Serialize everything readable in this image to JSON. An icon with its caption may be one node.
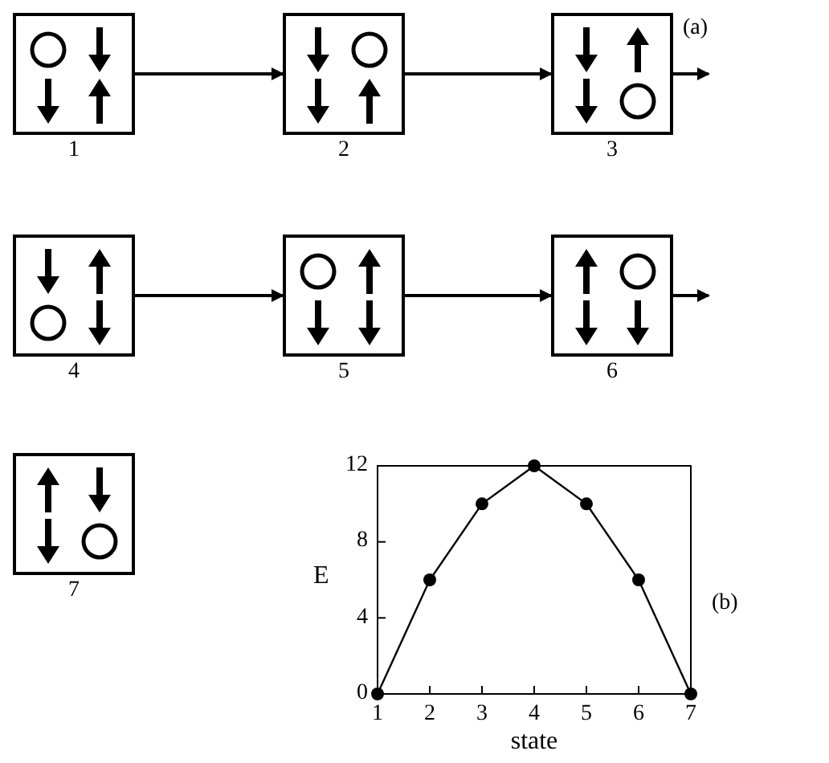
{
  "diagram": {
    "nodes": [
      {
        "text": [],
        "shape": "box",
        "beside": [
          "1"
        ]
      },
      {
        "text": [],
        "shape": "box",
        "beside": [
          "2"
        ]
      },
      {
        "text": [],
        "shape": "box",
        "beside": [
          "3"
        ]
      },
      {
        "text": [],
        "shape": "box",
        "beside": [
          "4"
        ]
      },
      {
        "text": [],
        "shape": "box",
        "beside": [
          "5"
        ]
      },
      {
        "text": [],
        "shape": "box",
        "beside": [
          "6"
        ]
      },
      {
        "text": [],
        "shape": "box",
        "beside": [
          "7"
        ]
      }
    ],
    "edges": [
      {
        "from": 0,
        "to": 1,
        "arrow": "to"
      },
      {
        "from": 1,
        "to": 2,
        "arrow": "to"
      },
      {
        "from": 2,
        "to": null,
        "arrow": "to"
      },
      {
        "from": 3,
        "to": 4,
        "arrow": "to"
      },
      {
        "from": 4,
        "to": 5,
        "arrow": "to"
      },
      {
        "from": 5,
        "to": null,
        "arrow": "to"
      }
    ],
    "labels": [
      "(a)",
      "(b)"
    ],
    "chart_data": {
      "type": "line",
      "xlabel": "state",
      "ylabel": "E",
      "x": [
        1,
        2,
        3,
        4,
        5,
        6,
        7
      ],
      "series": [
        {
          "color": "#000000",
          "marker": "circle",
          "values": [
            0,
            6,
            10,
            12,
            10,
            6,
            0
          ]
        }
      ],
      "xlim": [
        1,
        7
      ],
      "ylim": [
        0,
        12
      ],
      "xticks": [
        1,
        2,
        3,
        4,
        5,
        6,
        7
      ],
      "yticks": [
        0,
        4,
        8,
        12
      ]
    }
  }
}
